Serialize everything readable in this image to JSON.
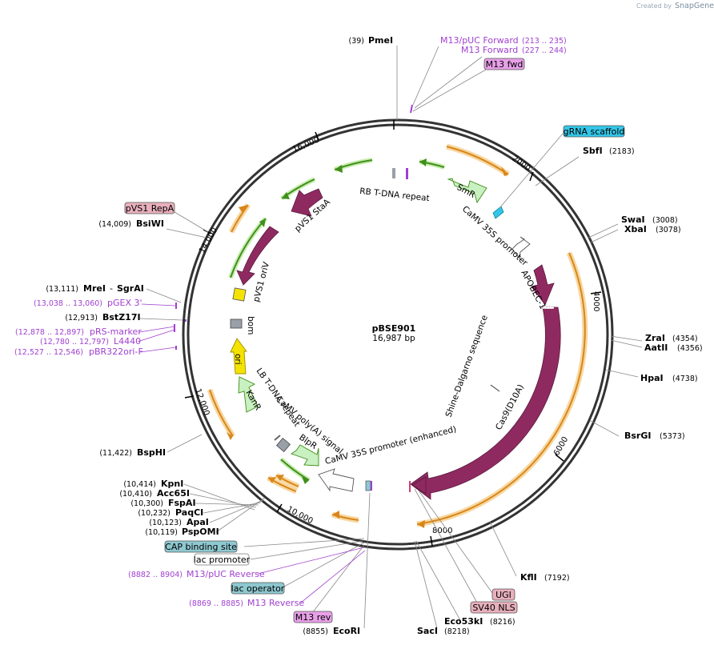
{
  "credit": {
    "created_by": "Created by",
    "brand": "SnapGene"
  },
  "plasmid": {
    "name": "pBSE901",
    "size": "16,987 bp"
  },
  "ticks": [
    "2000",
    "4000",
    "6000",
    "8000",
    "10,000",
    "12,000",
    "14,000",
    "16,000"
  ],
  "enzymes": [
    {
      "name": "PmeI",
      "pos": "(39)"
    },
    {
      "name": "SbfI",
      "pos": "(2183)"
    },
    {
      "name": "SwaI",
      "pos": "(3008)"
    },
    {
      "name": "XbaI",
      "pos": "(3078)"
    },
    {
      "name": "ZraI",
      "pos": "(4354)"
    },
    {
      "name": "AatII",
      "pos": "(4356)"
    },
    {
      "name": "HpaI",
      "pos": "(4738)"
    },
    {
      "name": "BsrGI",
      "pos": "(5373)"
    },
    {
      "name": "KflI",
      "pos": "(7192)"
    },
    {
      "name": "Eco53kI",
      "pos": "(8216)"
    },
    {
      "name": "SacI",
      "pos": "(8218)"
    },
    {
      "name": "EcoRI",
      "pos": "(8855)"
    },
    {
      "name": "PspOMI",
      "pos": "(10,119)"
    },
    {
      "name": "ApaI",
      "pos": "(10,123)"
    },
    {
      "name": "PaqCI",
      "pos": "(10,232)"
    },
    {
      "name": "FspAI",
      "pos": "(10,300)"
    },
    {
      "name": "Acc65I",
      "pos": "(10,410)"
    },
    {
      "name": "KpnI",
      "pos": "(10,414)"
    },
    {
      "name": "BspHI",
      "pos": "(11,422)"
    },
    {
      "name": "BstZ17I",
      "pos": "(12,913)"
    },
    {
      "name": "MreI",
      "pos": "(13,111)"
    },
    {
      "name": "SgrAI",
      "pos": ""
    },
    {
      "name": "BsiWI",
      "pos": "(14,009)"
    }
  ],
  "primers": [
    {
      "name": "M13/pUC Forward",
      "pos": "(213 .. 235)"
    },
    {
      "name": "M13 Forward",
      "pos": "(227 .. 244)"
    },
    {
      "name": "pGEX 3'",
      "pos": "(13,038 .. 13,060)"
    },
    {
      "name": "pRS-marker",
      "pos": "(12,878 .. 12,897)"
    },
    {
      "name": "L4440",
      "pos": "(12,780 .. 12,797)"
    },
    {
      "name": "pBR322ori-F",
      "pos": "(12,527 .. 12,546)"
    },
    {
      "name": "M13/pUC Reverse",
      "pos": "(8882 .. 8904)"
    },
    {
      "name": "M13 Reverse",
      "pos": "(8869 .. 8885)"
    }
  ],
  "boxes": [
    {
      "label": "M13 fwd",
      "color": "#e8a0e8"
    },
    {
      "label": "gRNA scaffold",
      "color": "#33c6e8"
    },
    {
      "label": "pVS1 RepA",
      "color": "#e8b0bc"
    },
    {
      "label": "CAP binding site",
      "color": "#8ec8d0"
    },
    {
      "label": "lac promoter",
      "color": "#ffffff"
    },
    {
      "label": "lac operator",
      "color": "#8ec8d0"
    },
    {
      "label": "M13 rev",
      "color": "#e8a0e8"
    },
    {
      "label": "UGI",
      "color": "#e8b0bc"
    },
    {
      "label": "SV40 NLS",
      "color": "#e8b0bc"
    }
  ],
  "features": [
    "RB T-DNA repeat",
    "SmR",
    "CaMV 35S promoter",
    "APOBEC-1",
    "Shine-Dalgarno sequence",
    "Cas9(D10A)",
    "CaMV 35S promoter (enhanced)",
    "BlpR",
    "CaMV poly(A) signal",
    "LB T-DNA repeat",
    "KanR",
    "ori",
    "bom",
    "pVS1 oriV",
    "pVS1 StaA"
  ],
  "colors": {
    "primer": "#a03fd0",
    "cds": "#8f2a61",
    "orange": "#f0a030",
    "green": "#50a020",
    "light_green": "#c8f0c0",
    "yellow": "#f4e200",
    "grey": "#9aa0a8",
    "cyan": "#33c6e8"
  }
}
